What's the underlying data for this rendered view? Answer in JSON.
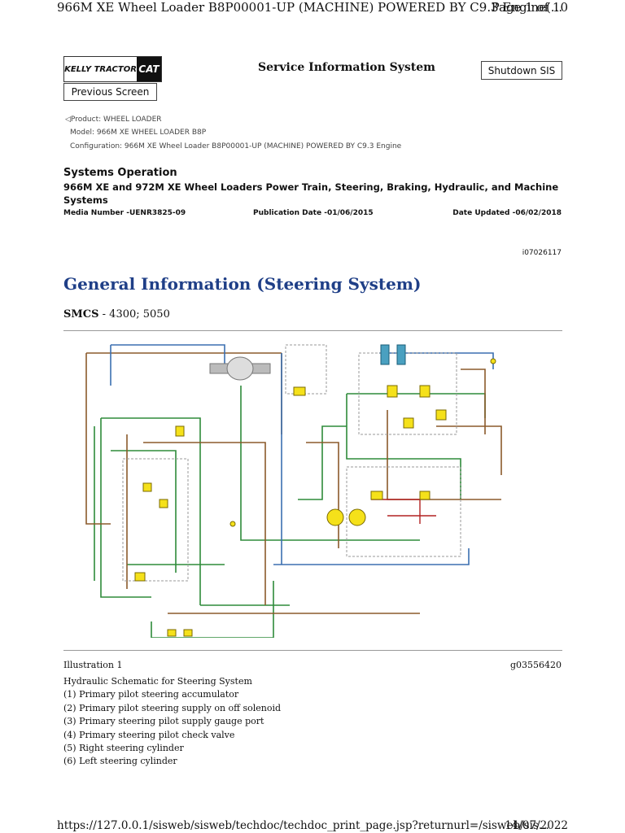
{
  "print_header": {
    "title": "966M XE Wheel Loader B8P00001-UP (MACHINE) POWERED BY C9.3 Engine(...",
    "page": "Page 1 of 10"
  },
  "logo": {
    "dealer": "KELLY TRACTOR",
    "brand": "CAT"
  },
  "sis_title": "Service Information System",
  "buttons": {
    "shutdown": "Shutdown SIS",
    "previous": "Previous Screen"
  },
  "product": {
    "product_line": "◁Product:  WHEEL LOADER",
    "model_line": "Model:  966M XE WHEEL LOADER B8P",
    "config_line": "Configuration: 966M XE Wheel Loader B8P00001-UP (MACHINE) POWERED BY C9.3 Engine"
  },
  "document": {
    "type": "Systems Operation",
    "title": "966M XE and 972M XE Wheel Loaders Power Train, Steering, Braking, Hydraulic, and Machine Systems",
    "media_number": "Media Number -UENR3825-09",
    "publication_date": "Publication Date -01/06/2015",
    "date_updated": "Date Updated -06/02/2018",
    "doc_id": "i07026117"
  },
  "section": {
    "title": "General Information (Steering System)",
    "smcs_label": "SMCS",
    "smcs_value": " - 4300; 5050"
  },
  "illustration": {
    "label": "Illustration 1",
    "graphic_id": "g03556420",
    "caption": "Hydraulic Schematic for Steering System",
    "items": [
      "(1) Primary pilot steering accumulator",
      "(2) Primary pilot steering supply on off solenoid",
      "(3) Primary steering pilot supply gauge port",
      "(4) Primary steering pilot check valve",
      "(5) Right steering cylinder",
      "(6) Left steering cylinder"
    ]
  },
  "footer": {
    "url": "https://127.0.0.1/sisweb/sisweb/techdoc/techdoc_print_page.jsp?returnurl=/sisweb/sis...",
    "date": "14/07/2022"
  },
  "colors": {
    "section_title": "#1f3f87",
    "line_green": "#2e8b3a",
    "line_brown": "#8b5a2b",
    "line_blue": "#3b6fb0",
    "line_red": "#b22222",
    "component_yellow": "#f5e11a"
  }
}
